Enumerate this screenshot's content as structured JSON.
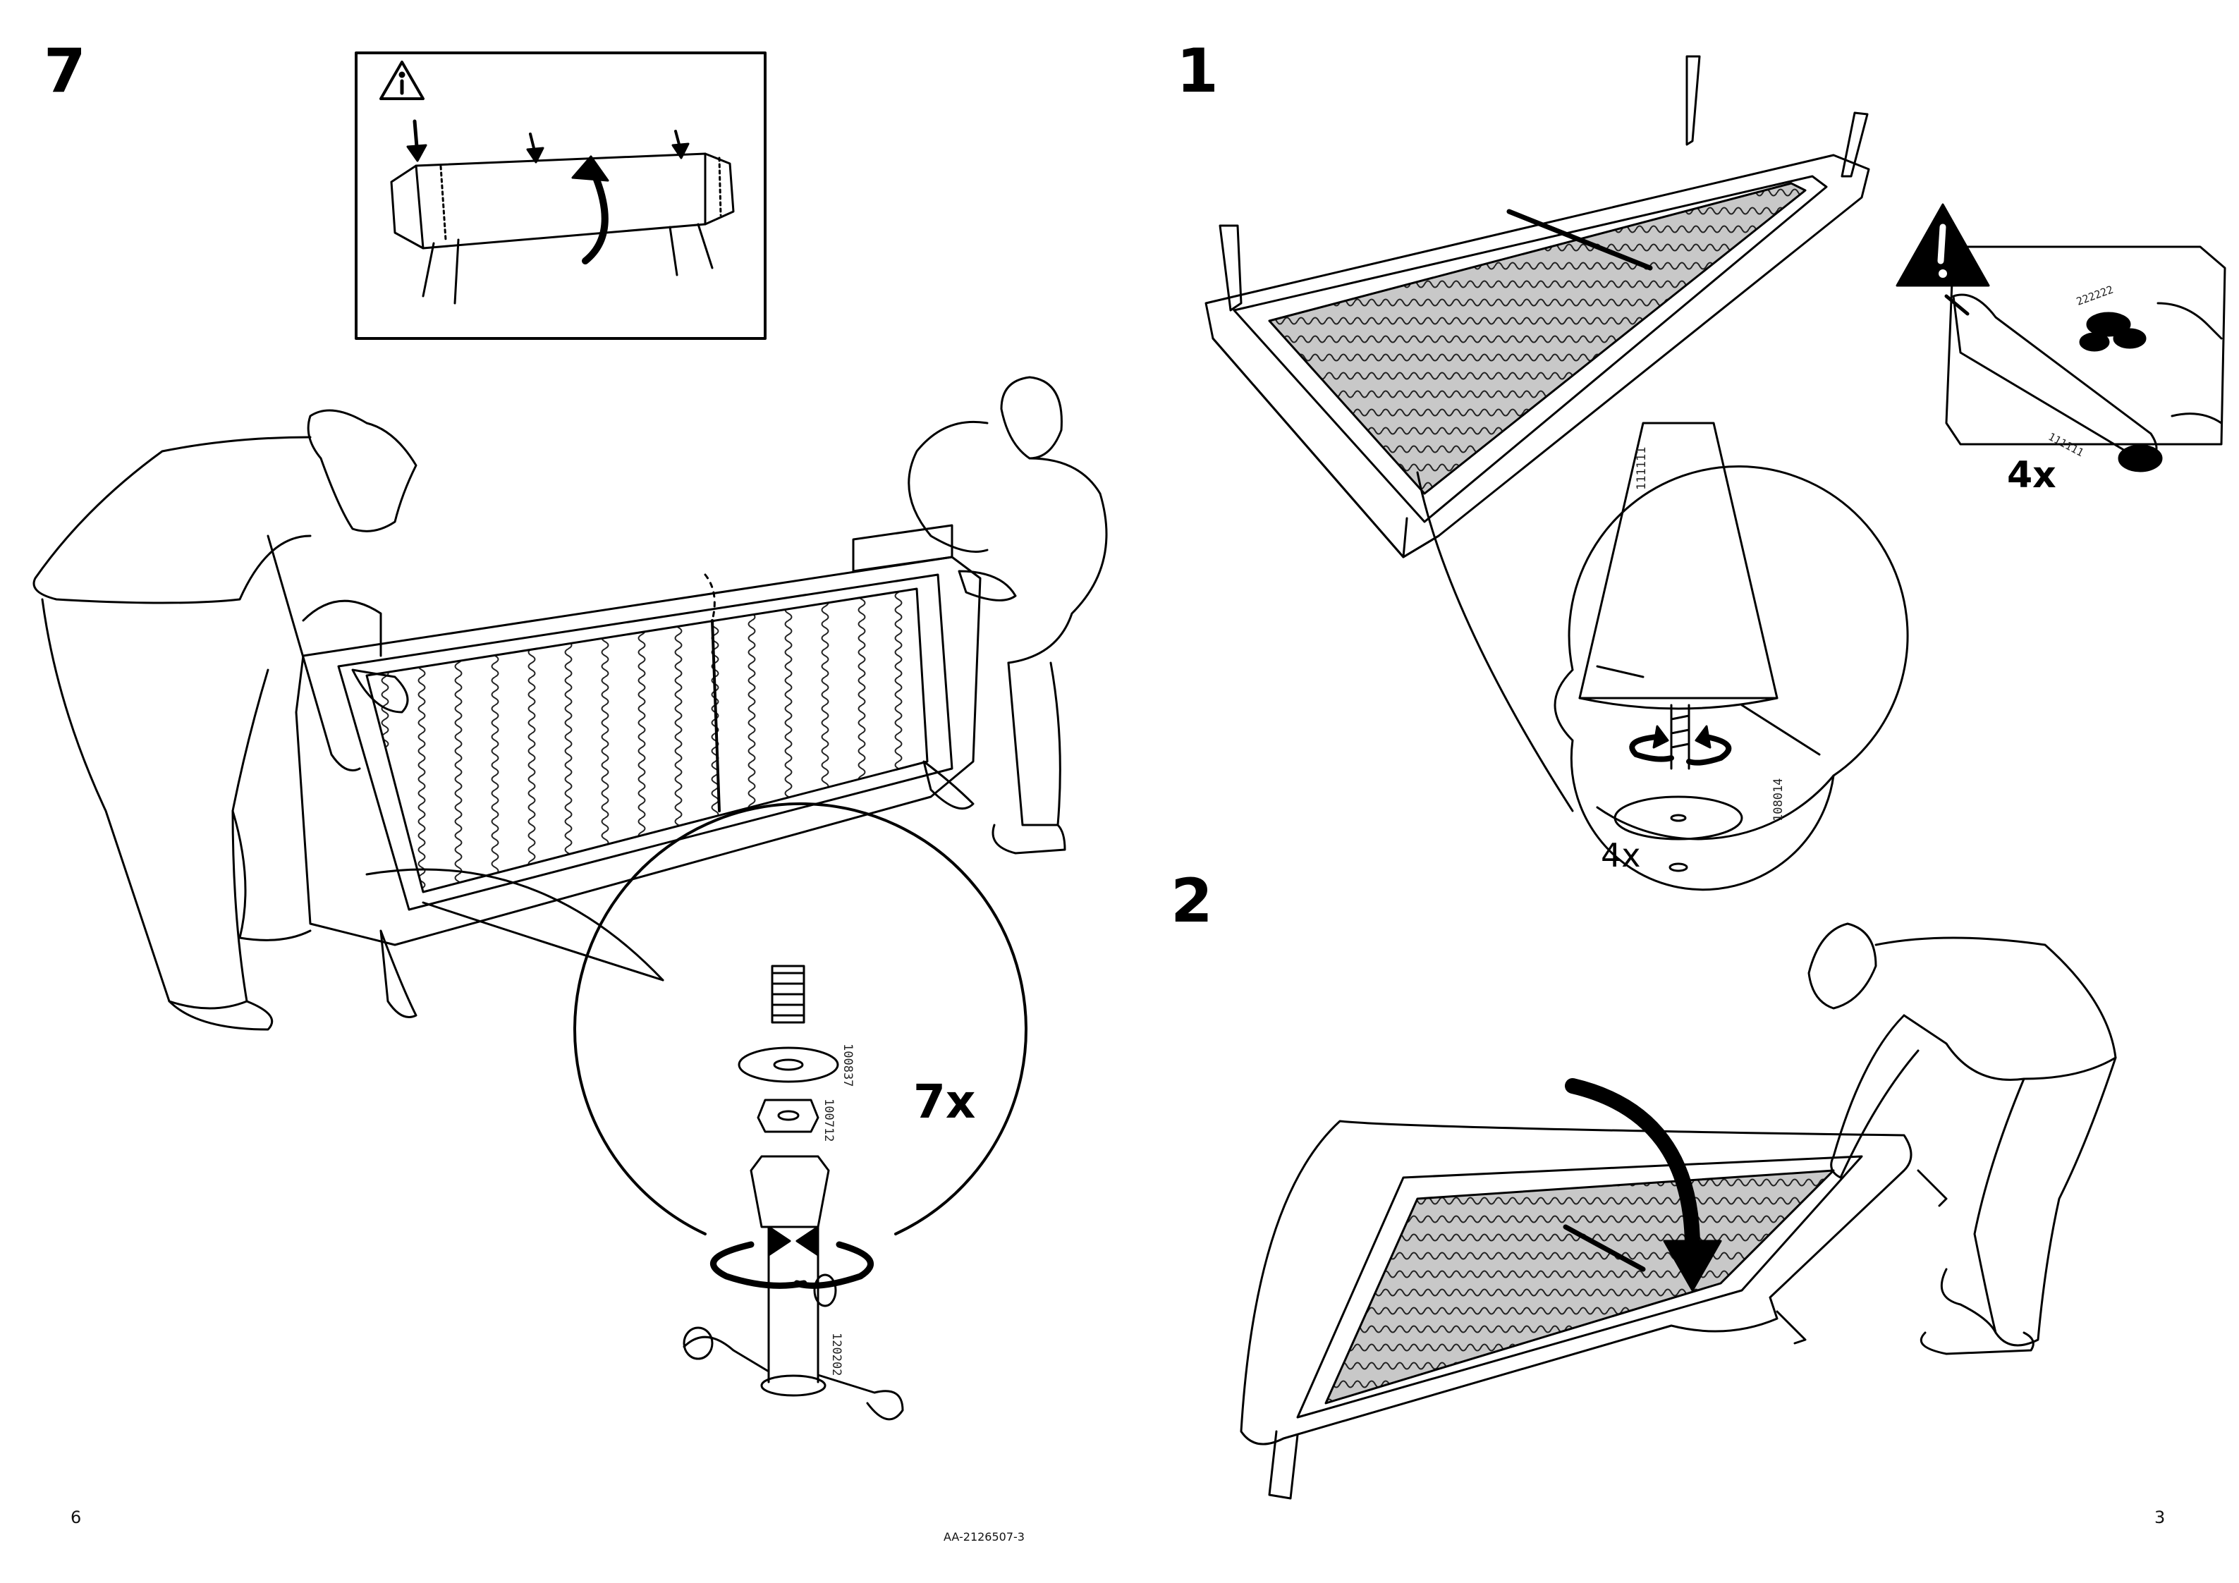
{
  "steps": {
    "left": {
      "number": "7",
      "count_label": "7x",
      "part_numbers": [
        "100837",
        "100712",
        "120202"
      ]
    },
    "right_top": {
      "number": "1",
      "count_label": "4x",
      "part_numbers": [
        "111111",
        "108014"
      ]
    },
    "right_bottom": {
      "number": "2"
    }
  },
  "warning_note": {
    "count_label": "4x",
    "part_numbers": [
      "222222",
      "111111"
    ]
  },
  "footer": {
    "left_page": "6",
    "doc_id": "AA-2126507-3",
    "right_page": "3"
  }
}
